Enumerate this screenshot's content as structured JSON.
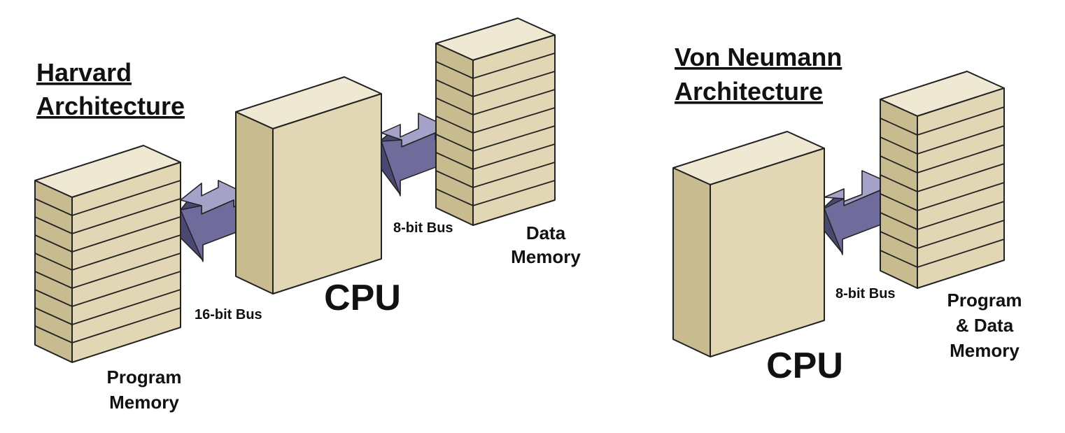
{
  "harvard": {
    "title_line1": "Harvard",
    "title_line2": "Architecture",
    "program_memory_line1": "Program",
    "program_memory_line2": "Memory",
    "cpu": "CPU",
    "program_bus": "16-bit Bus",
    "data_bus": "8-bit Bus",
    "data_memory_line1": "Data",
    "data_memory_line2": "Memory"
  },
  "von_neumann": {
    "title_line1": "Von Neumann",
    "title_line2": "Architecture",
    "cpu": "CPU",
    "bus": "8-bit Bus",
    "memory_line1": "Program",
    "memory_line2": "& Data",
    "memory_line3": "Memory"
  },
  "colors": {
    "box_front": "#e2d7b4",
    "box_top": "#efe9d4",
    "box_side": "#c9bb90",
    "outline": "#222222",
    "arrow_body": "#6f6c9c",
    "arrow_top": "#a4a2c9",
    "arrow_shadow": "#4a4872"
  }
}
